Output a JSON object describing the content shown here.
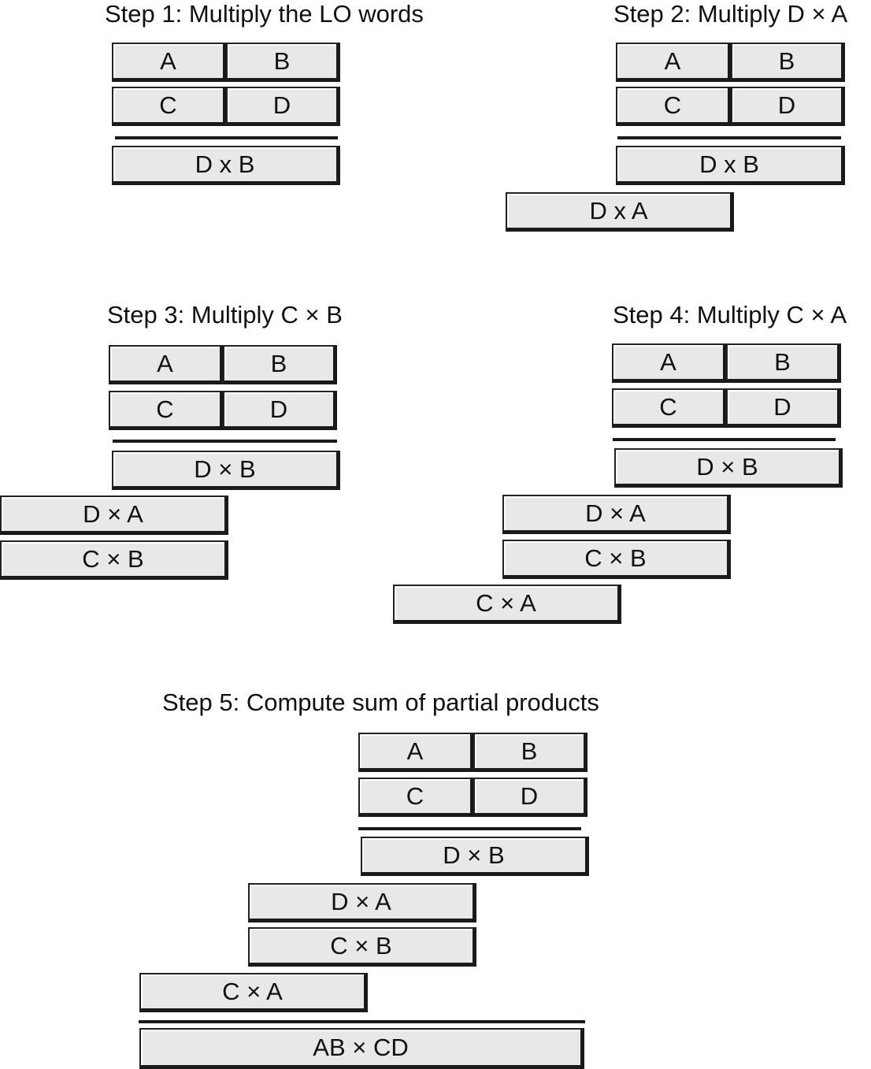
{
  "words": {
    "a": "A",
    "b": "B",
    "c": "C",
    "d": "D"
  },
  "steps": {
    "s1": {
      "title": "Step 1: Multiply the LO words",
      "p1": "D x B"
    },
    "s2": {
      "title": "Step 2: Multiply D × A",
      "p1": "D x B",
      "p2": "D x A"
    },
    "s3": {
      "title": "Step 3: Multiply C × B",
      "p1": "D × B",
      "p2": "D × A",
      "p3": "C × B"
    },
    "s4": {
      "title": "Step 4: Multiply C × A",
      "p1": "D × B",
      "p2": "D × A",
      "p3": "C × B",
      "p4": "C × A"
    },
    "s5": {
      "title": "Step 5: Compute sum of partial products",
      "p1": "D × B",
      "p2": "D × A",
      "p3": "C × B",
      "p4": "C × A",
      "result": "AB × CD"
    }
  }
}
